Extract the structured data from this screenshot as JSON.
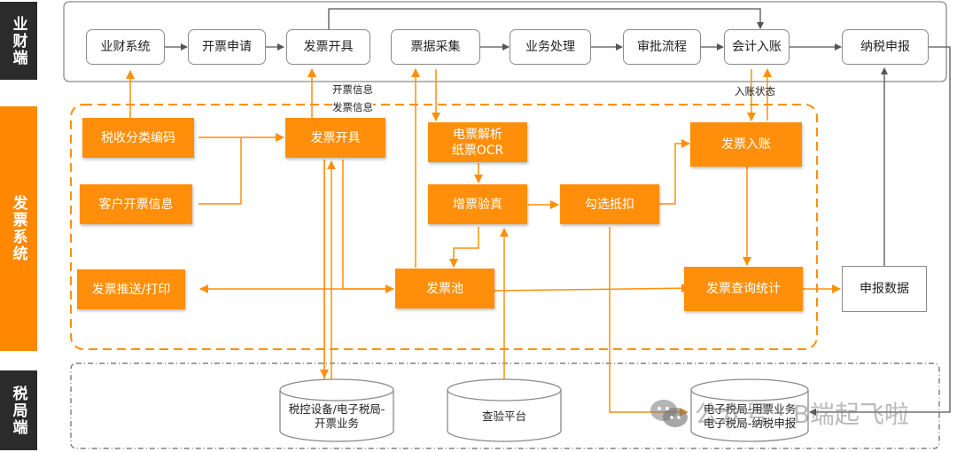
{
  "lanes": {
    "business": "业财端",
    "invoice_system": "发票系统",
    "tax_bureau": "税局端"
  },
  "business_row": [
    {
      "id": "biz-finance-system",
      "label": "业财系统"
    },
    {
      "id": "biz-invoice-request",
      "label": "开票申请"
    },
    {
      "id": "biz-invoice-issue",
      "label": "发票开具"
    },
    {
      "id": "biz-receipt-collection",
      "label": "票据采集"
    },
    {
      "id": "biz-business-processing",
      "label": "业务处理"
    },
    {
      "id": "biz-approval-flow",
      "label": "审批流程"
    },
    {
      "id": "biz-accounting-entry",
      "label": "会计入账"
    },
    {
      "id": "biz-tax-filing",
      "label": "纳税申报"
    }
  ],
  "invoice_nodes": {
    "tax_code": "税收分类编码",
    "customer_info": "客户开票信息",
    "push_print": "发票推送/打印",
    "issue": "发票开具",
    "parse_ocr_line1": "电票解析",
    "parse_ocr_line2": "纸票OCR",
    "verify": "增票验真",
    "pool": "发票池",
    "deduction": "勾选抵扣",
    "entry": "发票入账",
    "query_stats": "发票查询统计"
  },
  "declaration_data": "申报数据",
  "tax_bureau_nodes": {
    "tax_control_line1": "税控设备/电子税局-",
    "tax_control_line2": "开票业务",
    "verify_platform": "查验平台",
    "etax_line1": "电子税局-用票业务",
    "etax_line2": "电子税局-纳税申报"
  },
  "edge_labels": {
    "issue_info": "开票信息",
    "invoice_info": "发票信息",
    "entry_status": "入账状态"
  },
  "colors": {
    "orange": "#ff8f0a",
    "lane_dark": "#2b2b2b",
    "line_gray": "#555555",
    "border_gray": "#8a8a8a"
  },
  "watermark": {
    "text": "公众号 · B端起飞啦",
    "icon": "wechat-icon"
  }
}
